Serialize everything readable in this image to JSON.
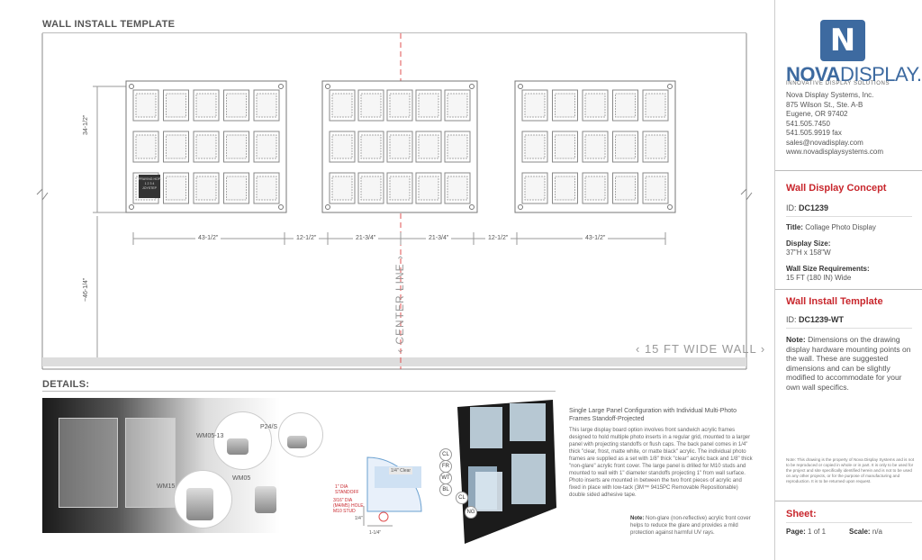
{
  "wall_section": {
    "title": "WALL INSTALL TEMPLATE",
    "height_top": "34-1/2\"",
    "height_bottom": "~46-1/4\"",
    "dims": [
      "43-1/2\"",
      "12-1/2\"",
      "21-3/4\"",
      "21-3/4\"",
      "12-1/2\"",
      "43-1/2\""
    ],
    "center_line": "CENTER LINE",
    "wall_width": "15 FT WIDE WALL",
    "sample_photo_text": "PRAYING HOPE\n1 2 3 4\nJOYSTEP"
  },
  "details_section": {
    "title": "DETAILS:",
    "labels": {
      "wm0513": "WM05-13",
      "p245": "P24/S",
      "wm05": "WM05",
      "wm15": "WM15"
    },
    "drawing": {
      "standoff": "1\" DIA\nSTANDOFF",
      "hole": "3/16\" DIA\n(M4/M5) HOLE\nM10 STUD",
      "dim_a": "1/4\"",
      "dim_b": "1-1/4\"",
      "clear": "1/4\" Clear"
    },
    "description_title": "Single Large Panel Configuration with Individual Multi-Photo Frames Standoff-Projected",
    "description_body": "This large display board option involves front sandwich acrylic frames designed to hold multiple photo inserts in a regular grid, mounted to a larger panel with projecting standoffs or flush caps. The back panel comes in 1/4\" thick \"clear, frost, matte white, or matte black\" acrylic. The individual photo frames are supplied as a set with 1/8\" thick \"clear\" acrylic back and 1/8\" thick \"non-glare\" acrylic front cover. The large panel is drilled for M10 studs and mounted to wall with 1\" diameter standoffs projecting 1\" from wall surface. Photo inserts are mounted in between the two front pieces of acrylic and fixed in place with low-tack (3M™ 9415PC Removable Repositionable) double sided adhesive tape.",
    "note_label": "Note:",
    "note_text": "Non-glare (non-reflective) acrylic front cover helps to reduce the glare and provides a mild protection against harmful UV rays.",
    "material_tags": [
      "CL",
      "FR",
      "WT",
      "BL",
      "CL",
      "NG"
    ]
  },
  "sidebar": {
    "logo_letter": "N",
    "brand_bold": "NOVA",
    "brand_light": "DISPLAY.",
    "tagline": "INNOVATIVE DISPLAY SOLUTIONS",
    "company": "Nova Display Systems, Inc.",
    "address1": "875 Wilson St., Ste. A-B",
    "address2": "Eugene, OR 97402",
    "phone": "541.505.7450",
    "fax": "541.505.9919 fax",
    "email": "sales@novadisplay.com",
    "website": "www.novadisplaysystems.com",
    "concept_heading": "Wall Display Concept",
    "concept_id_label": "ID:",
    "concept_id": "DC1239",
    "title_label": "Title:",
    "title_value": "Collage Photo Display",
    "size_label": "Display Size:",
    "size_value": "37\"H x 158\"W",
    "wall_req_label": "Wall Size Requirements:",
    "wall_req_value": "15 FT (180 IN) Wide",
    "template_heading": "Wall Install Template",
    "template_id_label": "ID:",
    "template_id": "DC1239-WT",
    "note_label": "Note:",
    "note_text": "Dimensions on the drawing display hardware mounting points on the wall. These are suggested dimensions and can be slightly modified to accommodate for your own wall specifics.",
    "legal": "Note: This drawing is the property of Nova Display Systems and is not to be reproduced or copied in whole or in part. It is only to be used for the project and site specifically identified herein and is not to be used on any other projects, or for the purpose of manufacturing and reproduction. It is to be returned upon request.",
    "sheet_heading": "Sheet:",
    "page_label": "Page:",
    "page_value": "1 of 1",
    "scale_label": "Scale:",
    "scale_value": "n/a"
  },
  "colors": {
    "accent_red": "#c8262c",
    "logo_blue": "#3d6aa0",
    "center_line": "#e05050"
  }
}
